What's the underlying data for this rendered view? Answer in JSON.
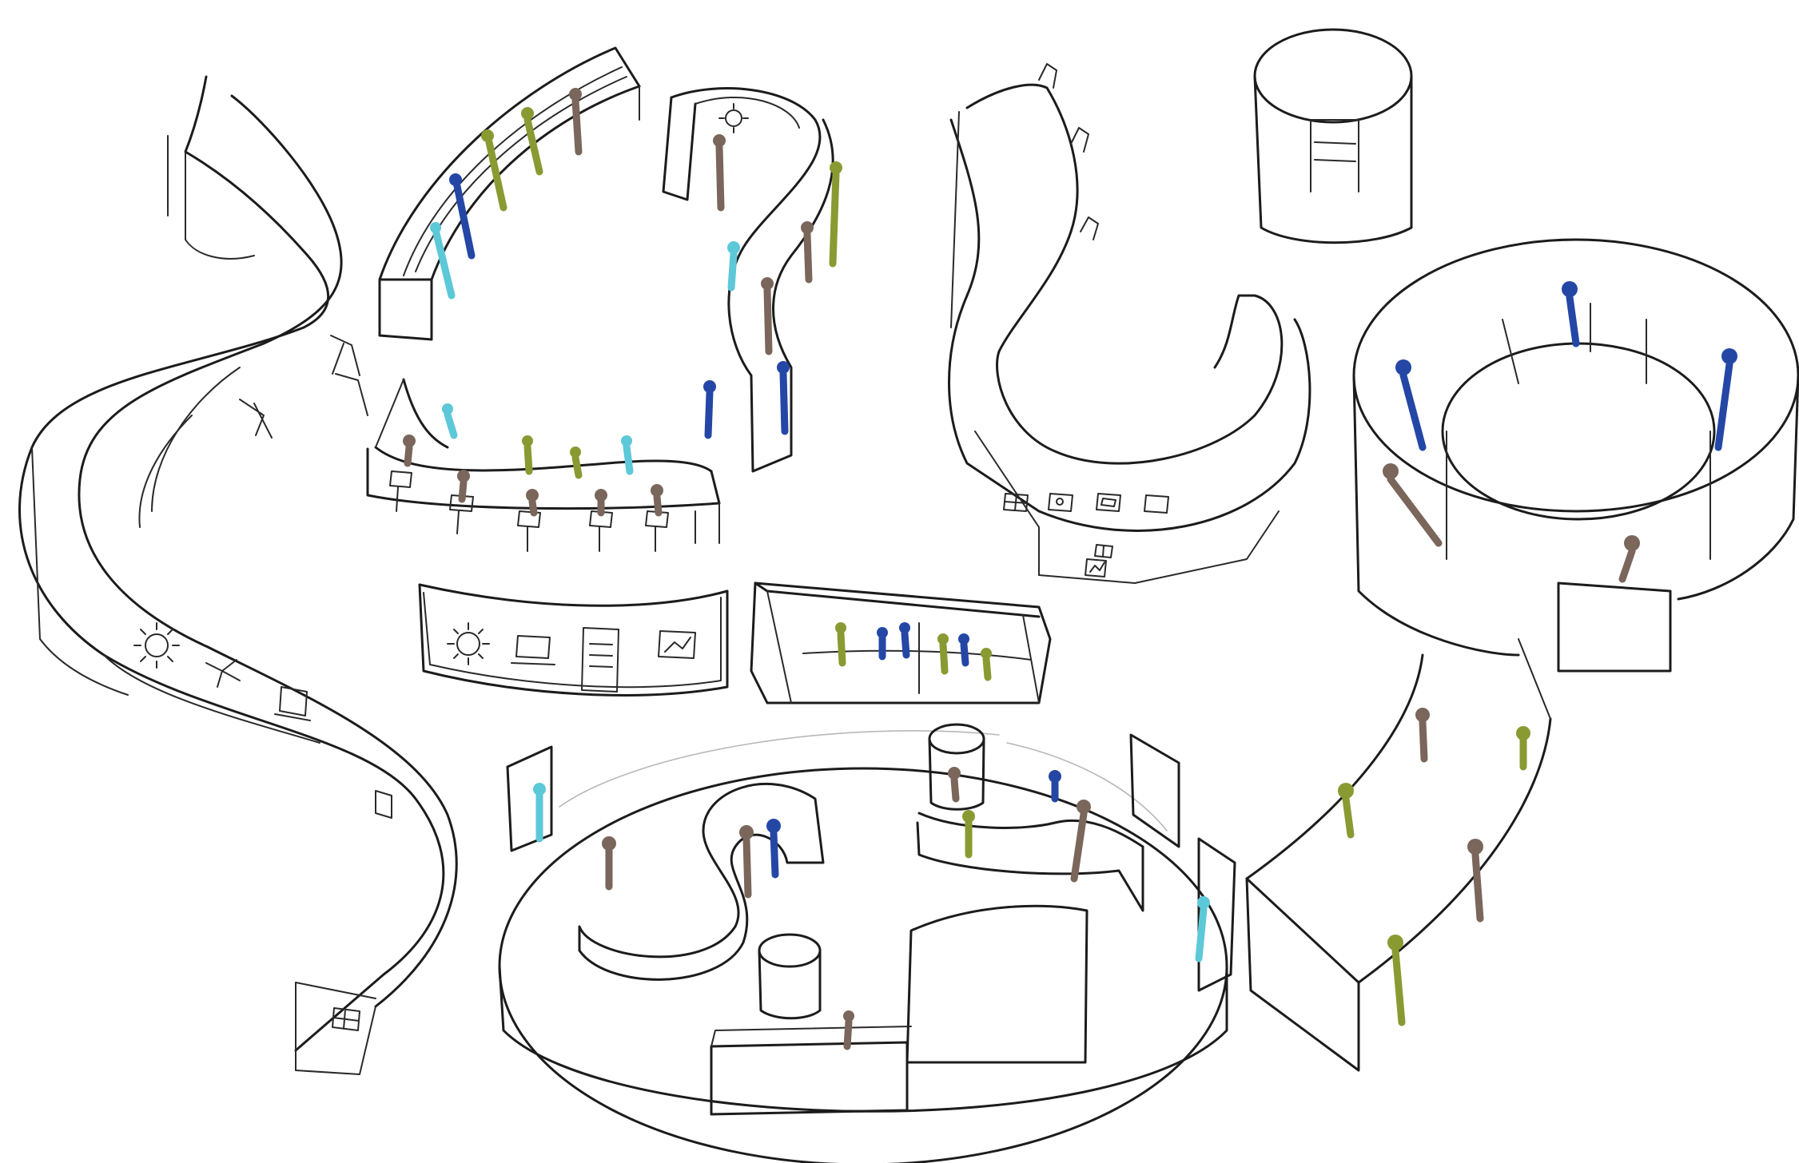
{
  "sketch": {
    "palette": {
      "ink": "#1c1c1c",
      "paper": "#ffffff",
      "figure_brown": "#7a665a",
      "figure_olive": "#8a9a32",
      "figure_blue": "#2447a6",
      "figure_cyan": "#5cc8d8"
    },
    "panels": [
      {
        "id": "serpentine-wall",
        "icons": [
          "gear-icon",
          "network-icon",
          "laptop-icon"
        ]
      },
      {
        "id": "amphitheater-seating"
      },
      {
        "id": "s-curve-bench"
      },
      {
        "id": "curved-desk-row"
      },
      {
        "id": "s-shaped-display-wall",
        "icons": [
          "grid-icon",
          "photo-icon",
          "frame-icon",
          "chart-icon"
        ]
      },
      {
        "id": "cylinder-pod"
      },
      {
        "id": "display-panel-wall",
        "icons": [
          "gear-icon",
          "laptop-icon",
          "document-icon",
          "chart-icon"
        ]
      },
      {
        "id": "bar-counter"
      },
      {
        "id": "oval-exhibit-floor"
      },
      {
        "id": "circular-ring-exhibit"
      }
    ]
  }
}
